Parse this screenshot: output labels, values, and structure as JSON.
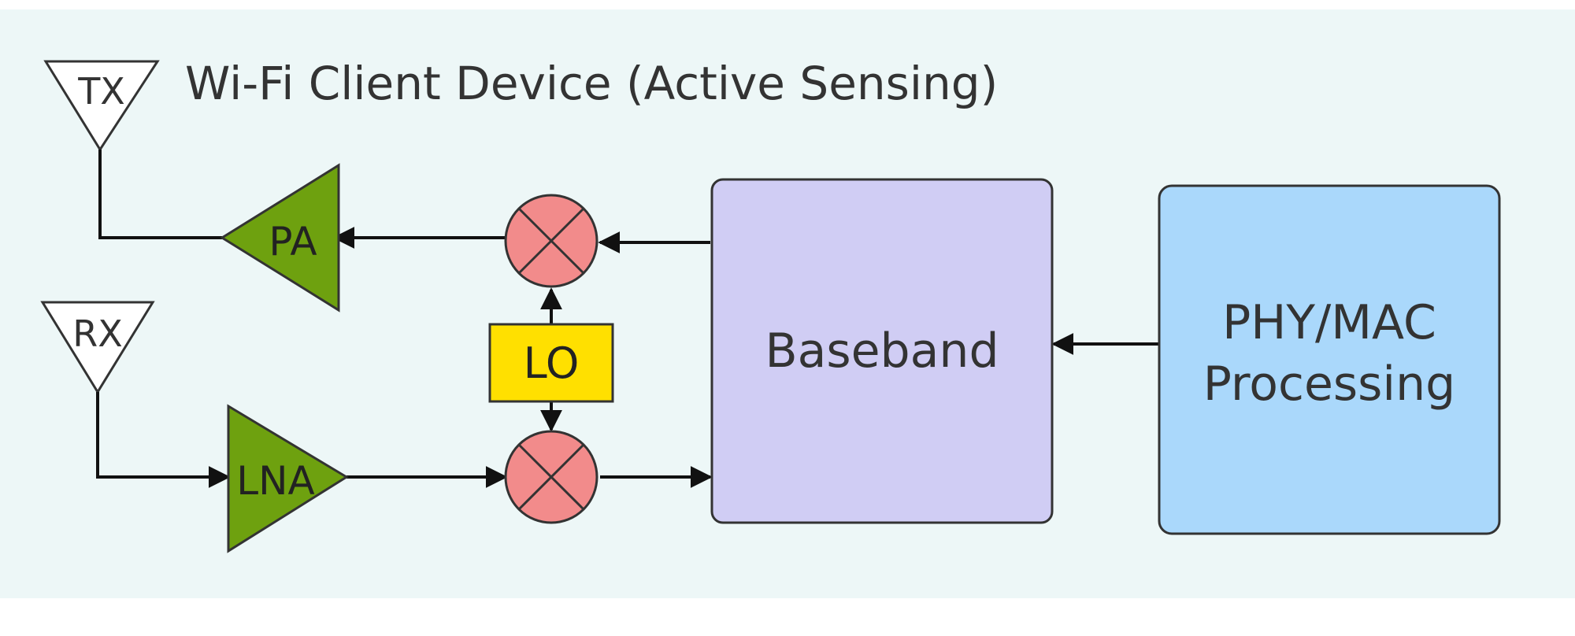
{
  "title": "Wi-Fi Client Device (Active Sensing)",
  "antennas": {
    "tx": "TX",
    "rx": "RX"
  },
  "amplifiers": {
    "pa": "PA",
    "lna": "LNA"
  },
  "oscillator": "LO",
  "blocks": {
    "baseband": "Baseband",
    "phy_line1": "PHY/MAC",
    "phy_line2": "Processing"
  },
  "colors": {
    "background": "#edf7f7",
    "amplifier": "#6ea10f",
    "mixer": "#f28b8b",
    "oscillator": "#ffe000",
    "baseband": "#d0cdf4",
    "phy_mac": "#aad8fb",
    "line": "#111111"
  }
}
